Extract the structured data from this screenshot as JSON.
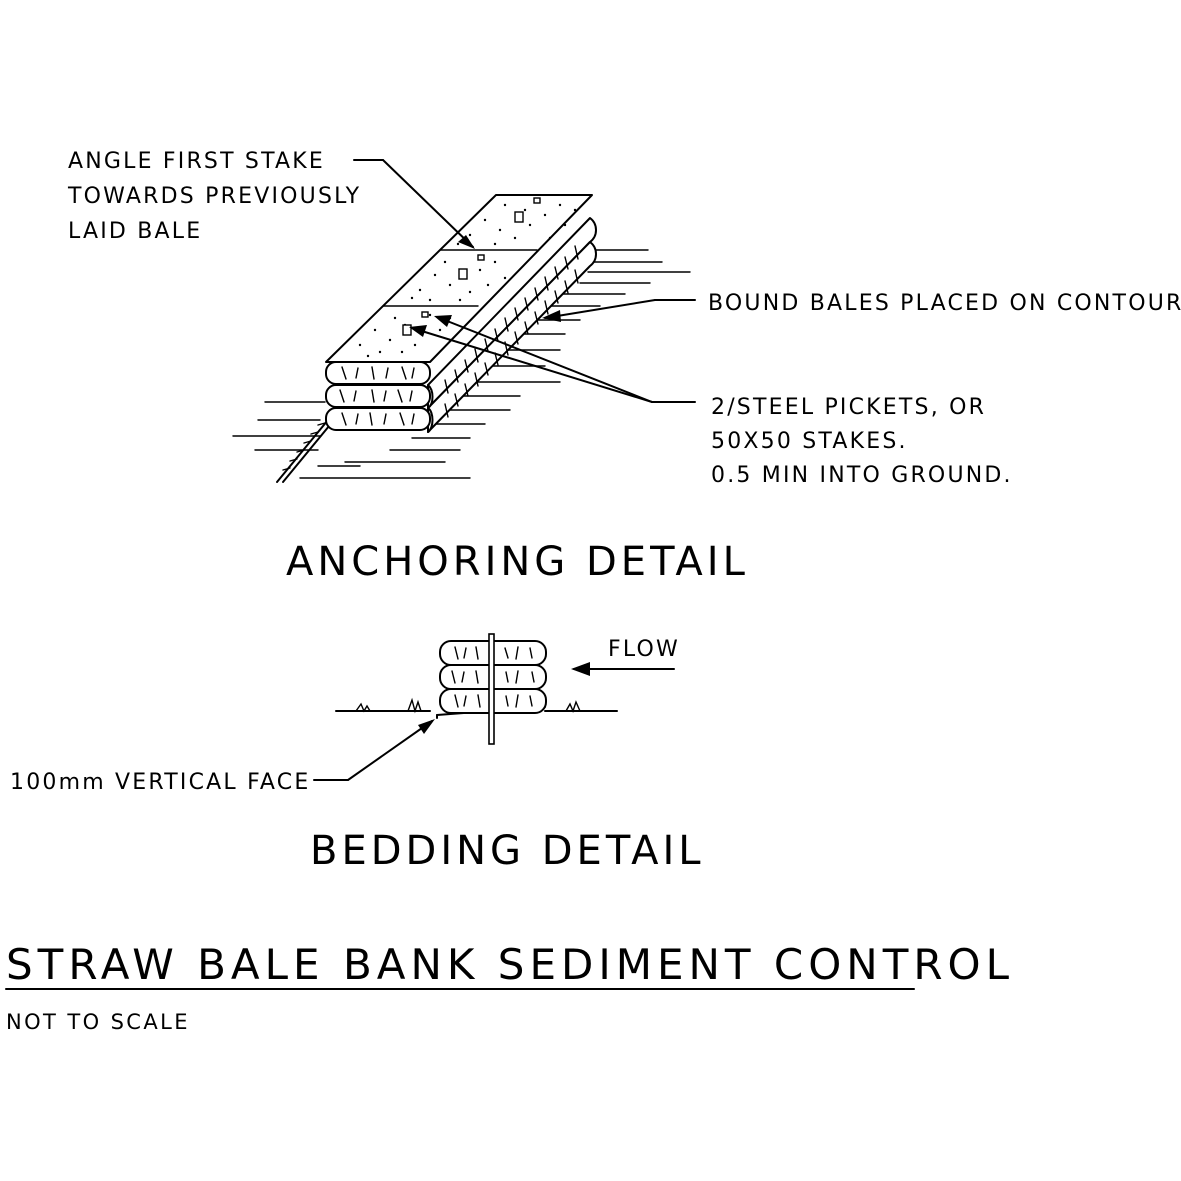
{
  "drawing": {
    "title": "STRAW BALE BANK SEDIMENT CONTROL",
    "scale_note": "NOT TO SCALE"
  },
  "anchoring_detail": {
    "heading": "ANCHORING DETAIL",
    "callouts": {
      "angle_stake": [
        "ANGLE FIRST STAKE",
        "TOWARDS PREVIOUSLY",
        "LAID BALE"
      ],
      "bound_bales": "BOUND BALES PLACED ON CONTOUR",
      "pickets": [
        "2/STEEL PICKETS, OR",
        "50X50 STAKES.",
        "0.5 MIN INTO GROUND."
      ]
    }
  },
  "bedding_detail": {
    "heading": "BEDDING DETAIL",
    "flow_label": "FLOW",
    "vertical_face": "100mm VERTICAL FACE"
  }
}
